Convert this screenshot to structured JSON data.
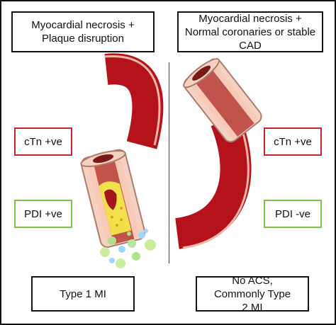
{
  "left": {
    "title": "Myocardial necrosis + Plaque disruption",
    "ctn": "cTn +ve",
    "pdi": "PDI +ve",
    "result": "Type 1 MI"
  },
  "right": {
    "title": "Myocardial necrosis + Normal coronaries or stable CAD",
    "ctn": "cTn +ve",
    "pdi": "PDI -ve",
    "result": "No ACS, Commonly Type 2 MI"
  },
  "colors": {
    "vessel": "#b5121b",
    "vessel_dark": "#8e0d14",
    "wall": "#f4c8b4",
    "lumen": "#b8504a",
    "red_border": "#c0262c",
    "green_border": "#7cc242"
  }
}
